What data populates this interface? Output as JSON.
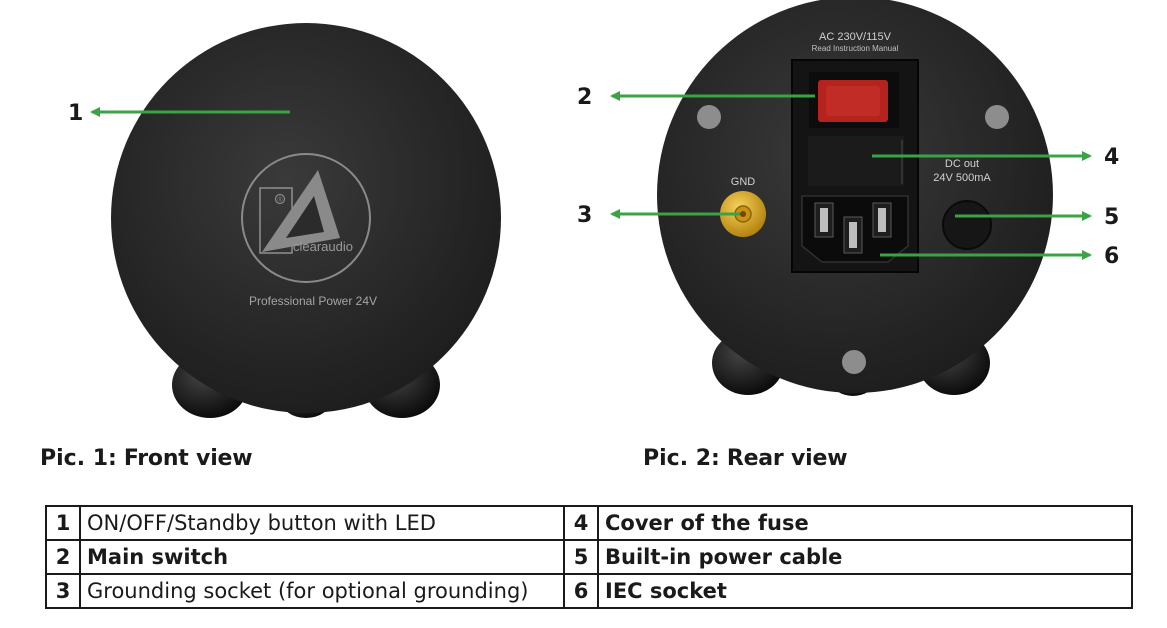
{
  "front": {
    "brand": "clearaudio",
    "model": "Professional Power 24V",
    "registered_mark": "®"
  },
  "rear": {
    "voltage": "AC 230V/115V",
    "instruction": "Read Instruction Manual",
    "gnd_label": "GND",
    "dc_out_line1": "DC out",
    "dc_out_line2": "24V 500mA"
  },
  "callouts": [
    "1",
    "2",
    "3",
    "4",
    "5",
    "6"
  ],
  "captions": [
    {
      "num": "Pic. 1:",
      "text": "Front view"
    },
    {
      "num": "Pic. 2:",
      "text": "Rear view"
    }
  ],
  "legend": [
    {
      "left_num": "1",
      "left_text": "ON/OFF/Standby button with LED",
      "right_num": "4",
      "right_text": "Cover of the fuse"
    },
    {
      "left_num": "2",
      "left_text": "Main switch",
      "right_num": "5",
      "right_text": "Built-in power cable"
    },
    {
      "left_num": "3",
      "left_text": "Grounding socket (for optional grounding)",
      "right_num": "6",
      "right_text": "IEC socket"
    }
  ],
  "colors": {
    "arrow": "#3aa345",
    "body": "#2b2b2b",
    "switch": "#b5231e",
    "gnd": "#d4a013"
  }
}
